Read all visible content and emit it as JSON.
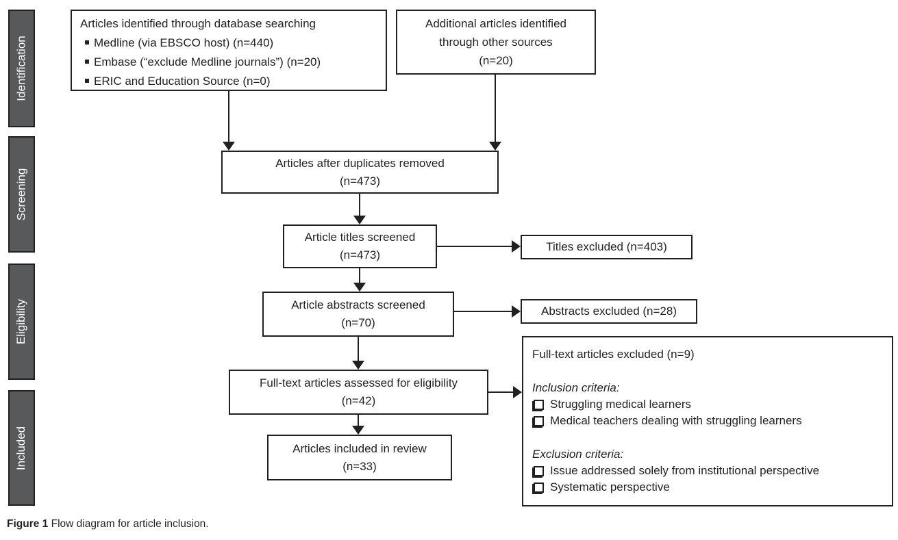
{
  "figure": {
    "caption_label": "Figure 1",
    "caption_text": "Flow diagram for article inclusion."
  },
  "stages": [
    {
      "label": "Identification"
    },
    {
      "label": "Screening"
    },
    {
      "label": "Eligibility"
    },
    {
      "label": "Included"
    }
  ],
  "boxes": {
    "database_search": {
      "title": "Articles identified through database searching",
      "bullets": [
        "Medline (via EBSCO host) (n=440)",
        "Embase (“exclude Medline journals”) (n=20)",
        "ERIC and Education Source (n=0)"
      ]
    },
    "other_sources": {
      "lines": [
        "Additional articles identified",
        "through other sources",
        "(n=20)"
      ]
    },
    "duplicates_removed": {
      "lines": [
        "Articles after duplicates removed",
        "(n=473)"
      ]
    },
    "titles_screened": {
      "lines": [
        "Article titles screened",
        "(n=473)"
      ]
    },
    "titles_excluded": {
      "label": "Titles excluded (n=403)"
    },
    "abstracts_screened": {
      "lines": [
        "Article abstracts screened",
        "(n=70)"
      ]
    },
    "abstracts_excluded": {
      "label": "Abstracts excluded (n=28)"
    },
    "fulltext_assessed": {
      "lines": [
        "Full-text articles assessed for eligibility",
        "(n=42)"
      ]
    },
    "fulltext_excluded": {
      "title": "Full-text articles excluded (n=9)",
      "inclusion_heading": "Inclusion criteria:",
      "inclusion_items": [
        "Struggling medical learners",
        "Medical teachers dealing with struggling learners"
      ],
      "exclusion_heading": "Exclusion criteria:",
      "exclusion_items": [
        "Issue addressed solely from institutional perspective",
        "Systematic perspective"
      ]
    },
    "included_review": {
      "lines": [
        "Articles included in review",
        "(n=33)"
      ]
    }
  },
  "colors": {
    "stage_fill": "#58595b",
    "stage_text": "#ffffff",
    "box_border": "#231f20",
    "text": "#231f20",
    "background": "#ffffff"
  }
}
